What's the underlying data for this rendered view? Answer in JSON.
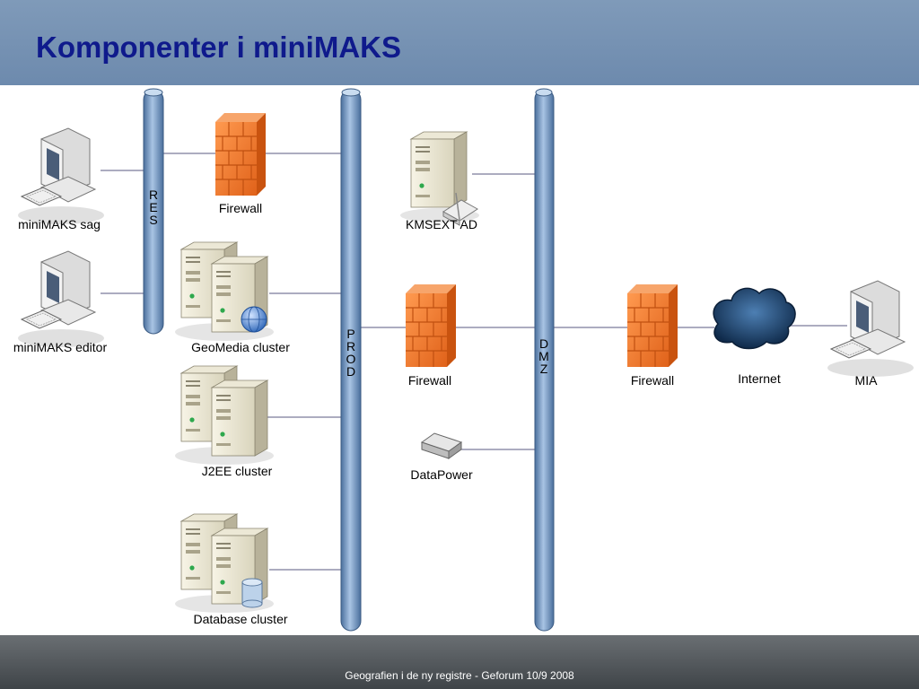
{
  "title": "Komponenter i miniMAKS",
  "footer": "Geografien i de ny registre - Geforum 10/9 2008",
  "buses": [
    {
      "id": "res",
      "label": "R\nE\nS"
    },
    {
      "id": "prod",
      "label": "P\nR\nO\nD"
    },
    {
      "id": "dmz",
      "label": "D\nM\nZ"
    }
  ],
  "nodes": {
    "sag": "miniMAKS sag",
    "editor": "miniMAKS editor",
    "firewall_res": "Firewall",
    "geomedia": "GeoMedia cluster",
    "j2ee": "J2EE cluster",
    "database": "Database cluster",
    "kmsext": "KMSEXT AD",
    "firewall_prod": "Firewall",
    "datapower": "DataPower",
    "firewall_dmz": "Firewall",
    "internet": "Internet",
    "mia": "MIA"
  },
  "colors": {
    "header": "#7390b2",
    "title": "#0f1a8c",
    "bus": "#7a9ec9",
    "firewall": "#f07a2c",
    "cloud": "#1d3d63",
    "footer": "#555a5e"
  }
}
